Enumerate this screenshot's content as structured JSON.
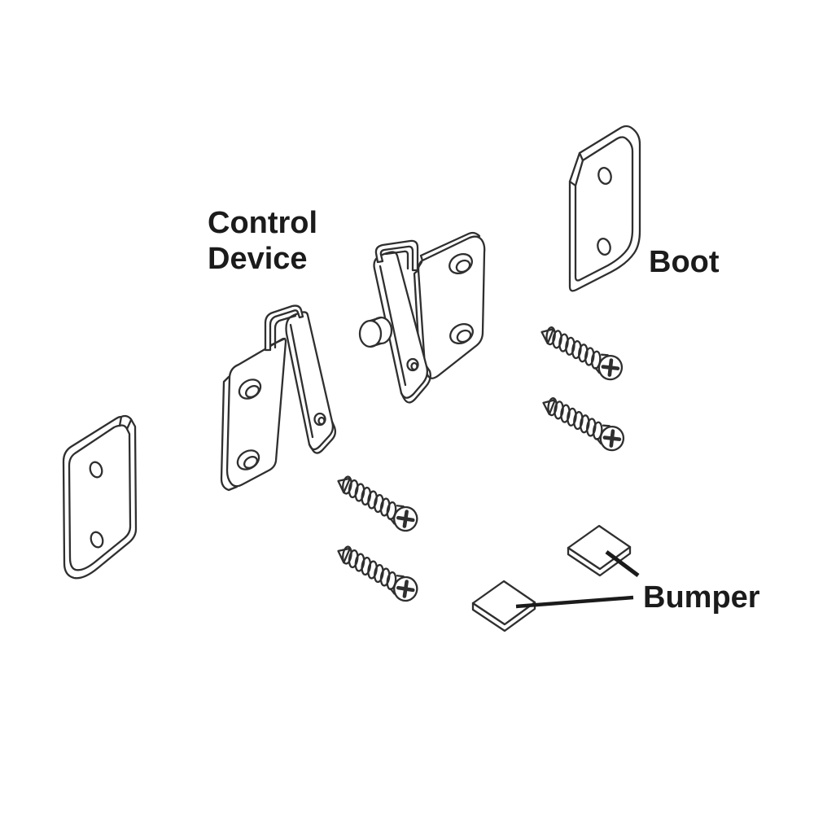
{
  "page": {
    "background_color": "#ffffff"
  },
  "diagram": {
    "stroke_color": "#2f2f2f",
    "label_color": "#1b1b1b",
    "labels": {
      "control_device": "Control\nDevice",
      "boot": "Boot",
      "bumper": "Bumper"
    },
    "parts": [
      {
        "icon": "latch-bracket-icon",
        "label": "Control Device",
        "count": 2
      },
      {
        "icon": "boot-cover-icon",
        "label": "Boot",
        "count": 2
      },
      {
        "icon": "screw-icon",
        "label": "",
        "count": 4
      },
      {
        "icon": "bumper-pad-icon",
        "label": "Bumper",
        "count": 2
      }
    ]
  }
}
